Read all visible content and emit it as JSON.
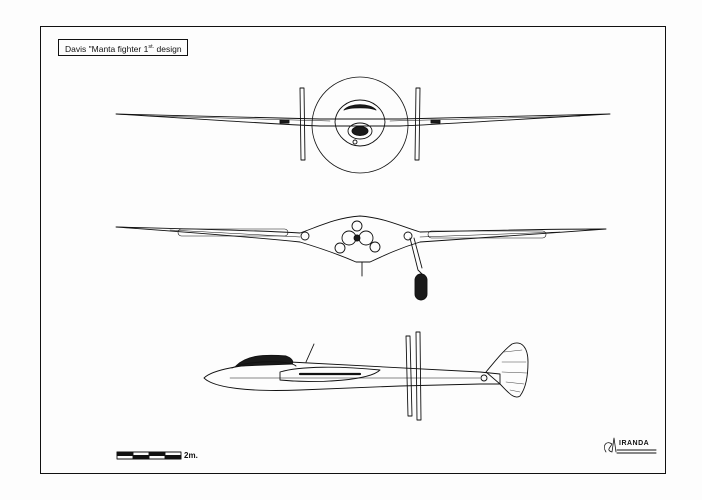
{
  "title": {
    "prefix": "Davis \"Manta fighter 1",
    "superscript": "st.",
    "suffix": " design"
  },
  "scale_bar": {
    "label": "2m."
  },
  "signature": {
    "text": "IRANDA"
  },
  "colors": {
    "ink": "#111111",
    "paper": "#fdfdfd",
    "canopy": "#1a1a1a"
  },
  "views": [
    "front-view",
    "top-view",
    "side-view"
  ]
}
